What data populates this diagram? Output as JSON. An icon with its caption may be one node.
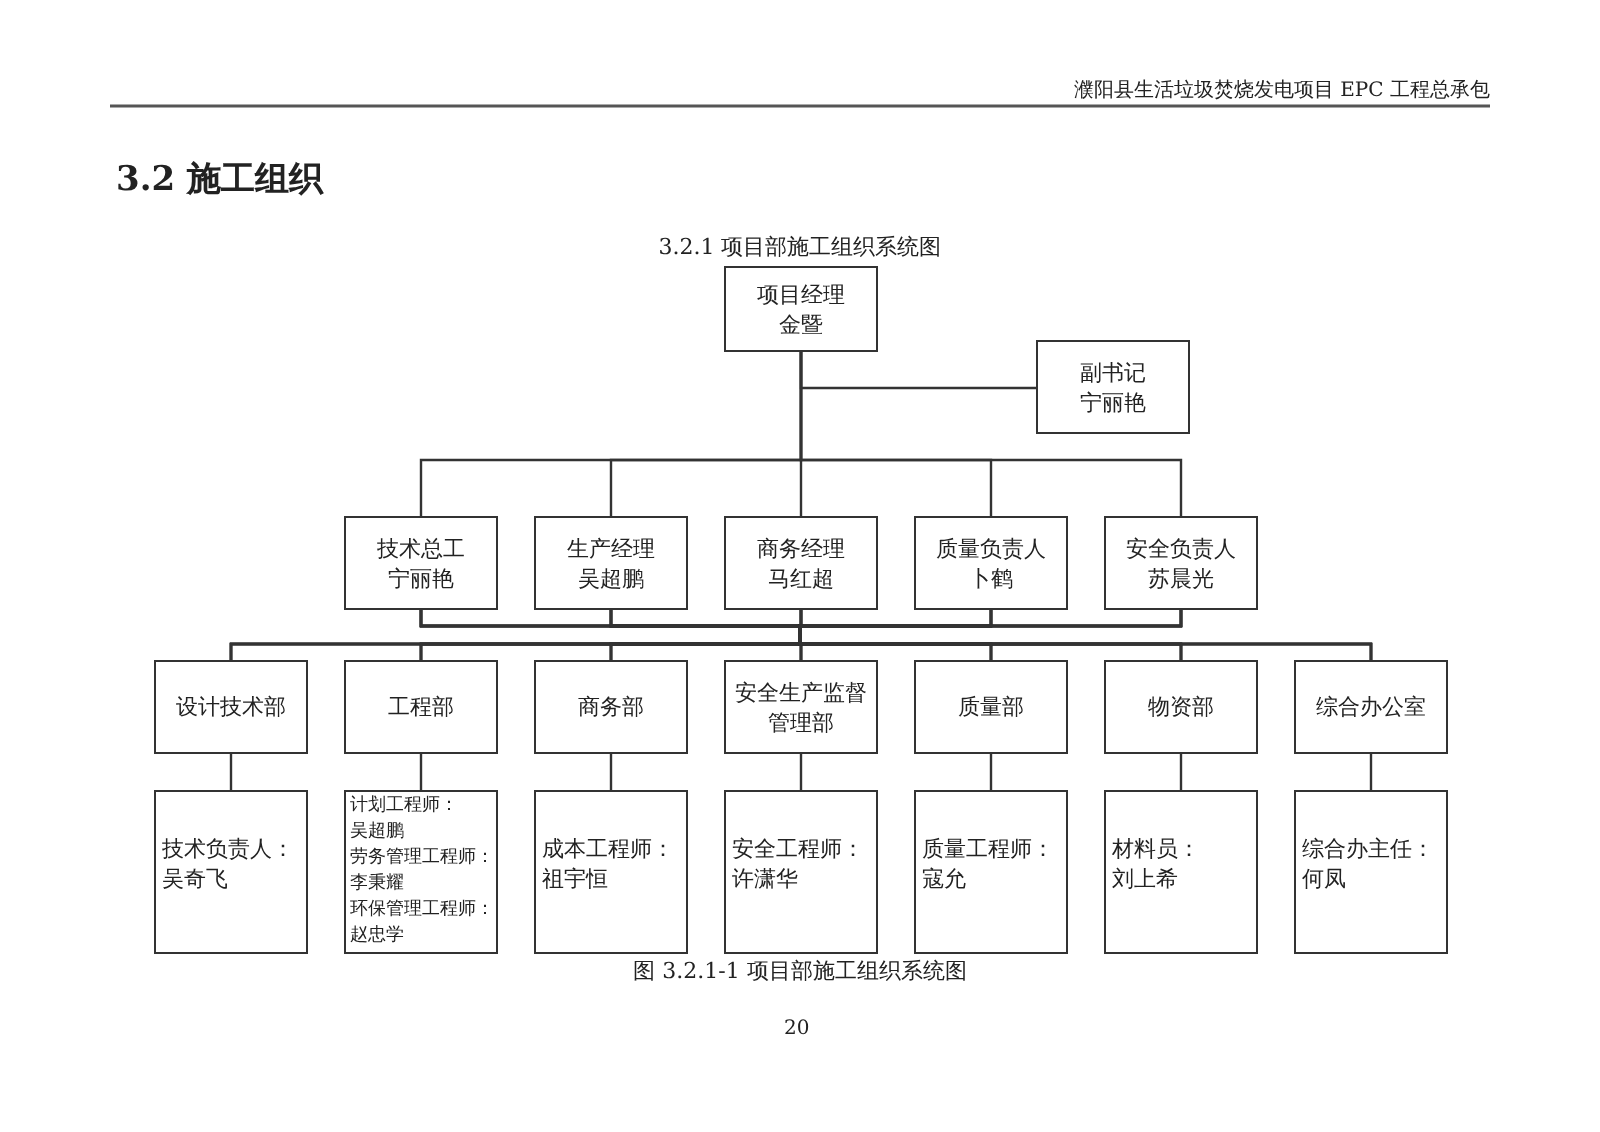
{
  "diagram": {
    "title": "3.2.1 项目部施工组织系统图",
    "caption": "图 3.2.1-1 项目部施工组织系统图",
    "nodes": [
      {
        "text": [
          "项目经理",
          "金暨"
        ]
      },
      {
        "text": [
          "副书记",
          "宁丽艳"
        ]
      },
      {
        "text": [
          "技术总工",
          "宁丽艳"
        ]
      },
      {
        "text": [
          "生产经理",
          "吴超鹏"
        ]
      },
      {
        "text": [
          "商务经理",
          "马红超"
        ]
      },
      {
        "text": [
          "质量负责人",
          "卜鹤"
        ]
      },
      {
        "text": [
          "安全负责人",
          "苏晨光"
        ]
      },
      {
        "text": [
          "设计技术部"
        ]
      },
      {
        "text": [
          "工程部"
        ]
      },
      {
        "text": [
          "商务部"
        ]
      },
      {
        "text": [
          "安全生产监督管理部"
        ]
      },
      {
        "text": [
          "质量部"
        ]
      },
      {
        "text": [
          "物资部"
        ]
      },
      {
        "text": [
          "综合办公室"
        ]
      },
      {
        "text": [
          "技术负责人：",
          "吴奇飞"
        ]
      },
      {
        "text": [
          "计划工程师：",
          "吴超鹏",
          "劳务管理工程师：",
          "李秉耀",
          "环保管理工程师：",
          "赵忠学"
        ]
      },
      {
        "text": [
          "成本工程师：",
          "祖宇恒"
        ]
      },
      {
        "text": [
          "安全工程师：",
          "许潇华"
        ]
      },
      {
        "text": [
          "质量工程师：",
          "寇允"
        ]
      },
      {
        "text": [
          "材料员：",
          "刘上希"
        ]
      },
      {
        "text": [
          "综合办主任：",
          "何凤"
        ]
      }
    ],
    "edges": [
      {
        "from": 0,
        "to": 1,
        "arrow": "none"
      },
      {
        "from": 0,
        "to": 2,
        "arrow": "none"
      },
      {
        "from": 0,
        "to": 3,
        "arrow": "none"
      },
      {
        "from": 0,
        "to": 4,
        "arrow": "none"
      },
      {
        "from": 0,
        "to": 5,
        "arrow": "none"
      },
      {
        "from": 0,
        "to": 6,
        "arrow": "none"
      },
      {
        "from": 2,
        "to": 7,
        "arrow": "none"
      },
      {
        "from": 2,
        "to": 8,
        "arrow": "none"
      },
      {
        "from": 2,
        "to": 9,
        "arrow": "none"
      },
      {
        "from": 2,
        "to": 10,
        "arrow": "none"
      },
      {
        "from": 2,
        "to": 11,
        "arrow": "none"
      },
      {
        "from": 2,
        "to": 12,
        "arrow": "none"
      },
      {
        "from": 2,
        "to": 13,
        "arrow": "none"
      },
      {
        "from": 3,
        "to": 7,
        "arrow": "none"
      },
      {
        "from": 3,
        "to": 8,
        "arrow": "none"
      },
      {
        "from": 3,
        "to": 9,
        "arrow": "none"
      },
      {
        "from": 3,
        "to": 10,
        "arrow": "none"
      },
      {
        "from": 3,
        "to": 11,
        "arrow": "none"
      },
      {
        "from": 3,
        "to": 12,
        "arrow": "none"
      },
      {
        "from": 3,
        "to": 13,
        "arrow": "none"
      },
      {
        "from": 4,
        "to": 7,
        "arrow": "none"
      },
      {
        "from": 4,
        "to": 8,
        "arrow": "none"
      },
      {
        "from": 4,
        "to": 9,
        "arrow": "none"
      },
      {
        "from": 4,
        "to": 10,
        "arrow": "none"
      },
      {
        "from": 4,
        "to": 11,
        "arrow": "none"
      },
      {
        "from": 4,
        "to": 12,
        "arrow": "none"
      },
      {
        "from": 4,
        "to": 13,
        "arrow": "none"
      },
      {
        "from": 5,
        "to": 7,
        "arrow": "none"
      },
      {
        "from": 5,
        "to": 8,
        "arrow": "none"
      },
      {
        "from": 5,
        "to": 9,
        "arrow": "none"
      },
      {
        "from": 5,
        "to": 10,
        "arrow": "none"
      },
      {
        "from": 5,
        "to": 11,
        "arrow": "none"
      },
      {
        "from": 5,
        "to": 12,
        "arrow": "none"
      },
      {
        "from": 5,
        "to": 13,
        "arrow": "none"
      },
      {
        "from": 6,
        "to": 7,
        "arrow": "none"
      },
      {
        "from": 6,
        "to": 8,
        "arrow": "none"
      },
      {
        "from": 6,
        "to": 9,
        "arrow": "none"
      },
      {
        "from": 6,
        "to": 10,
        "arrow": "none"
      },
      {
        "from": 6,
        "to": 11,
        "arrow": "none"
      },
      {
        "from": 6,
        "to": 12,
        "arrow": "none"
      },
      {
        "from": 6,
        "to": 13,
        "arrow": "none"
      },
      {
        "from": 7,
        "to": 14,
        "arrow": "none"
      },
      {
        "from": 8,
        "to": 15,
        "arrow": "none"
      },
      {
        "from": 9,
        "to": 16,
        "arrow": "none"
      },
      {
        "from": 10,
        "to": 17,
        "arrow": "none"
      },
      {
        "from": 11,
        "to": 18,
        "arrow": "none"
      },
      {
        "from": 12,
        "to": 19,
        "arrow": "none"
      },
      {
        "from": 13,
        "to": 20,
        "arrow": "none"
      }
    ],
    "labels": [
      "濮阳县生活垃圾焚烧发电项目 EPC 工程总承包",
      "3.2 施工组织",
      "20"
    ]
  }
}
